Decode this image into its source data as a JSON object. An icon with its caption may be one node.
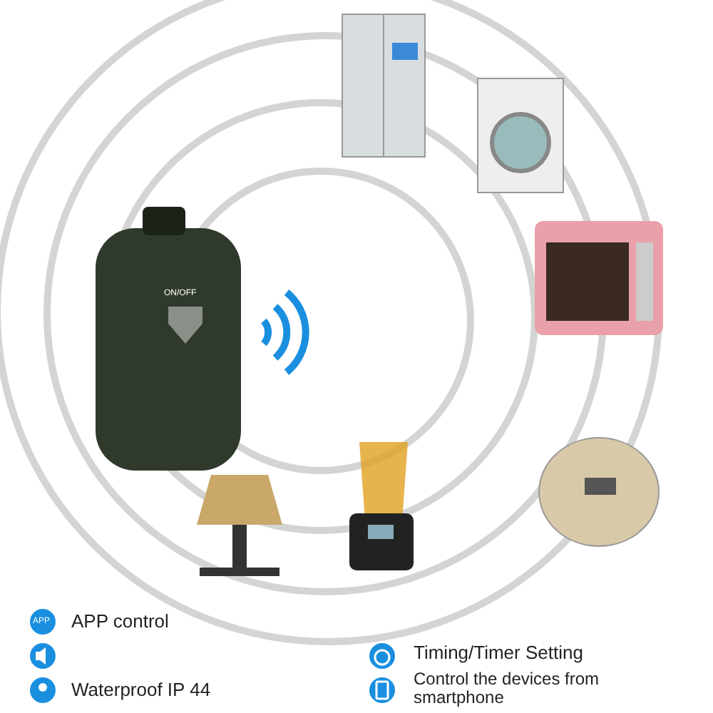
{
  "diagram": {
    "labels": [
      "ON/OFF",
      "APP",
      "APP control",
      "Waterproof IP 44",
      "Timing/Timer Setting",
      "Control the devices from smartphone"
    ]
  }
}
